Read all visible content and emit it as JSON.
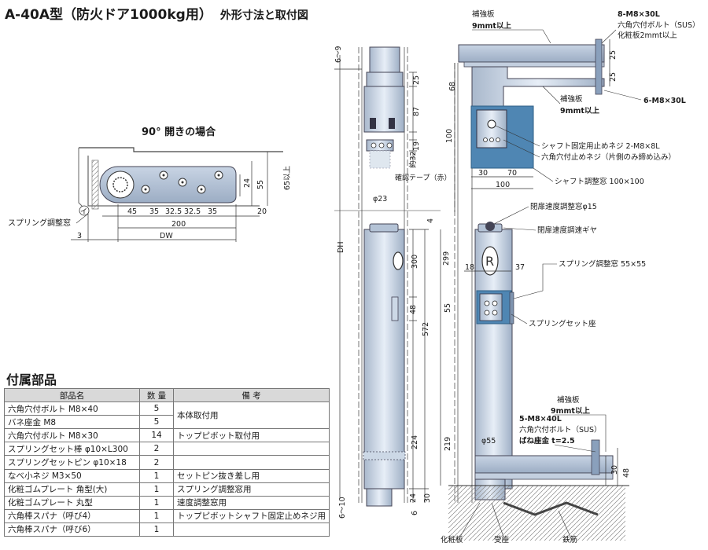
{
  "title": {
    "main": "A-40A型（防火ドア1000kg用）",
    "sub": "外形寸法と取付図"
  },
  "plan_view": {
    "heading": "90° 開きの場合",
    "dims": [
      "45",
      "35",
      "32.5",
      "32.5",
      "35",
      "20",
      "200",
      "DW",
      "3",
      "24",
      "55",
      "65以上"
    ],
    "marker": "イ",
    "label_spring_window": "スプリング調整窓"
  },
  "front_view": {
    "dims": [
      "6～9",
      "25",
      "87",
      "19",
      "約32",
      "φ23",
      "DH",
      "4",
      "300",
      "48",
      "572",
      "224",
      "24",
      "30",
      "6～10",
      "6"
    ],
    "label_tape": "確認テープ（赤）"
  },
  "side_view": {
    "top_labels": [
      "補強板",
      "9mmt以上",
      "8-M8×30L",
      "六角穴付ボルト（SUS）",
      "化粧板2mmt以上"
    ],
    "dims_top": [
      "25",
      "25",
      "68",
      "100",
      "30",
      "70",
      "100"
    ],
    "label_rib_mid": [
      "補強板",
      "9mmt以上"
    ],
    "label_6m8": "6-M8×30L",
    "label_shaft_screw": "シャフト固定用止めネジ 2-M8×8L",
    "label_hex_screw": "六角穴付止めネジ（片側のみ締め込み）",
    "label_shaft_window": "シャフト調整窓 100×100",
    "label_speed_window": "閉扉速度調整窓φ15",
    "label_speed_gear": "閉扉速度調速ギヤ",
    "dims_mid": [
      "299",
      "18",
      "37",
      "55",
      "219",
      "φ55"
    ],
    "label_spring_window": "スプリング調整窓 55×55",
    "label_spring_seat": "スプリングセット座",
    "bottom_labels": [
      "補強板",
      "9mmt以上",
      "5-M8×40L",
      "六角穴付ボルト（SUS）",
      "ばね座金 t=2.5"
    ],
    "dims_bottom": [
      "30",
      "48"
    ],
    "ground_labels": [
      "化粧板",
      "受座",
      "鉄筋"
    ]
  },
  "parts": {
    "heading": "付属部品",
    "headers": [
      "部品名",
      "数 量",
      "備 考"
    ],
    "rows": [
      [
        "六角穴付ボルト M8×40",
        "5",
        "本体取付用"
      ],
      [
        "バネ座金 M8",
        "5",
        ""
      ],
      [
        "六角穴付ボルト M8×30",
        "14",
        "トップピボット取付用"
      ],
      [
        "スプリングセット棒 φ10×L300",
        "2",
        ""
      ],
      [
        "スプリングセットピン φ10×18",
        "2",
        ""
      ],
      [
        "なべ小ネジ M3×50",
        "1",
        "セットピン抜き差し用"
      ],
      [
        "化粧ゴムプレート 角型(大)",
        "1",
        "スプリング調整窓用"
      ],
      [
        "化粧ゴムプレート 丸型",
        "1",
        "速度調整窓用"
      ],
      [
        "六角棒スパナ（呼び4）",
        "1",
        "トップピボットシャフト固定止めネジ用"
      ],
      [
        "六角棒スパナ（呼び6）",
        "1",
        ""
      ]
    ]
  }
}
